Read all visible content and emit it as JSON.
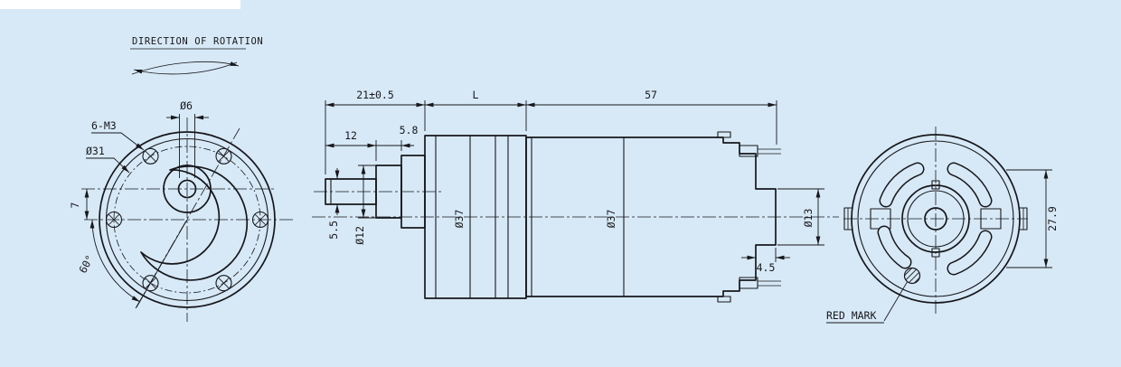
{
  "colors": {
    "bg": "#d7e9f6",
    "line": "#17171c"
  },
  "rotation": {
    "label": "DIRECTION OF ROTATION"
  },
  "front_view": {
    "dim_shaft_dia": "Ø6",
    "dim_mount_holes": "6-M3",
    "dim_bolt_circle": "Ø31",
    "dim_shaft_offset": "7",
    "dim_hole_angle": "60°"
  },
  "side_view": {
    "dim_front_length": "21±0.5",
    "dim_gearbox_length": "L",
    "dim_motor_length": "57",
    "dim_shaft_length": "12",
    "dim_collar_length": "5.8",
    "dim_shaft_flat": "5.5",
    "dim_collar_dia": "Ø12",
    "dim_gearbox_dia": "Ø37",
    "dim_motor_dia": "Ø37",
    "dim_boss_dia": "Ø13",
    "dim_boss_length": "4.5"
  },
  "rear_view": {
    "dim_height": "27.9",
    "red_mark_label": "RED MARK"
  }
}
